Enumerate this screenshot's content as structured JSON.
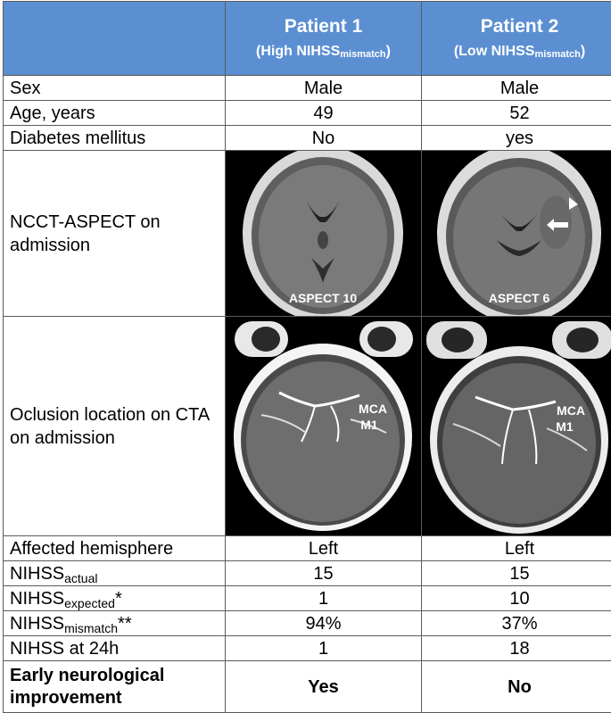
{
  "header": {
    "col1": "",
    "patient1": {
      "title": "Patient 1",
      "sub_pre": "(High NIHSS",
      "sub_sub": "mismatch",
      "sub_post": ")"
    },
    "patient2": {
      "title": "Patient 2",
      "sub_pre": "(Low NIHSS",
      "sub_sub": "mismatch",
      "sub_post": ")"
    }
  },
  "rows": {
    "sex": {
      "label": "Sex",
      "p1": "Male",
      "p2": "Male"
    },
    "age": {
      "label": "Age, years",
      "p1": "49",
      "p2": "52"
    },
    "diabetes": {
      "label": "Diabetes mellitus",
      "p1": "No",
      "p2": "yes"
    },
    "ncct": {
      "label": "NCCT-ASPECT on admission",
      "p1_overlay": "ASPECT 10",
      "p2_overlay": "ASPECT 6"
    },
    "cta": {
      "label": "Oclusion location on CTA on admission",
      "p1_overlay_a": "MCA",
      "p1_overlay_b": "M1",
      "p2_overlay_a": "MCA",
      "p2_overlay_b": "M1"
    },
    "hemisphere": {
      "label": "Affected hemisphere",
      "p1": "Left",
      "p2": "Left"
    },
    "actual": {
      "label_pre": "NIHSS",
      "label_sub": "actual",
      "label_post": "",
      "p1": "15",
      "p2": "15"
    },
    "expected": {
      "label_pre": "NIHSS",
      "label_sub": "expected",
      "label_post": "*",
      "p1": "1",
      "p2": "10"
    },
    "mismatch": {
      "label_pre": "NIHSS",
      "label_sub": "mismatch",
      "label_post": "**",
      "p1": "94%",
      "p2": "37%"
    },
    "at24": {
      "label": "NIHSS at 24h",
      "p1": "1",
      "p2": "18"
    },
    "eni": {
      "label": "Early neurological improvement",
      "p1": "Yes",
      "p2": "No"
    }
  },
  "colors": {
    "header_bg": "#5b8fd2",
    "header_text": "#ffffff",
    "border": "#5b5b5b"
  }
}
